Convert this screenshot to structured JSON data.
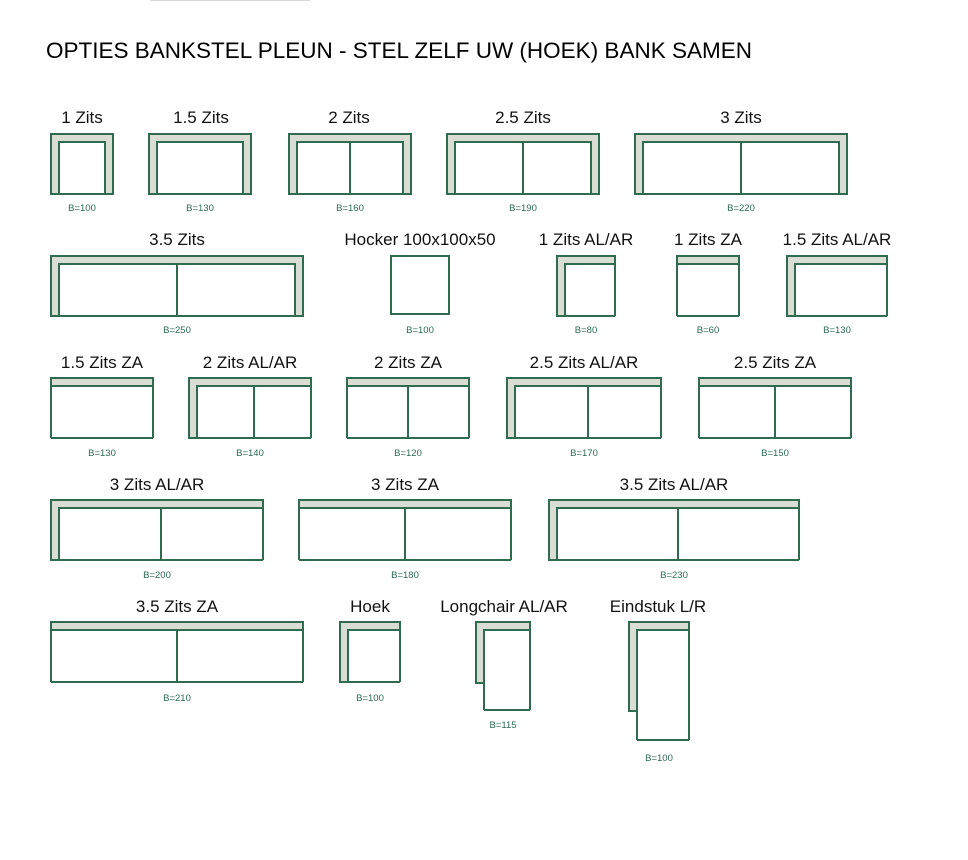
{
  "page": {
    "title": "OPTIES BANKSTEL PLEUN - STEL ZELF UW (HOEK) BANK SAMEN"
  },
  "colors": {
    "outline": "#2e6b4f",
    "fill": "#d9ddd4",
    "text_width": "#2a6a55"
  },
  "items": [
    {
      "name": "1 Zits",
      "width": "B=100",
      "type": "sofa",
      "seats": 1
    },
    {
      "name": "1.5 Zits",
      "width": "B=130",
      "type": "sofa",
      "seats": 1
    },
    {
      "name": "2 Zits",
      "width": "B=160",
      "type": "sofa",
      "seats": 2
    },
    {
      "name": "2.5 Zits",
      "width": "B=190",
      "type": "sofa",
      "seats": 2
    },
    {
      "name": "3 Zits",
      "width": "B=220",
      "type": "sofa",
      "seats": 2
    },
    {
      "name": "3.5 Zits",
      "width": "B=250",
      "type": "sofa",
      "seats": 2
    },
    {
      "name": "Hocker 100x100x50",
      "width": "B=100",
      "type": "hocker",
      "seats": 1
    },
    {
      "name": "1 Zits AL/AR",
      "width": "B=80",
      "type": "arm_left",
      "seats": 1
    },
    {
      "name": "1 Zits ZA",
      "width": "B=60",
      "type": "no_arm",
      "seats": 1
    },
    {
      "name": "1.5 Zits AL/AR",
      "width": "B=130",
      "type": "arm_left",
      "seats": 1
    },
    {
      "name": "1.5 Zits ZA",
      "width": "B=130",
      "type": "no_arm",
      "seats": 1
    },
    {
      "name": "2 Zits AL/AR",
      "width": "B=140",
      "type": "arm_left",
      "seats": 2
    },
    {
      "name": "2 Zits ZA",
      "width": "B=120",
      "type": "no_arm",
      "seats": 2
    },
    {
      "name": "2.5 Zits AL/AR",
      "width": "B=170",
      "type": "arm_left",
      "seats": 2
    },
    {
      "name": "2.5 Zits ZA",
      "width": "B=150",
      "type": "no_arm",
      "seats": 2
    },
    {
      "name": "3 Zits AL/AR",
      "width": "B=200",
      "type": "arm_left",
      "seats": 2
    },
    {
      "name": "3 Zits ZA",
      "width": "B=180",
      "type": "no_arm",
      "seats": 2
    },
    {
      "name": "3.5 Zits AL/AR",
      "width": "B=230",
      "type": "arm_left",
      "seats": 2
    },
    {
      "name": "3.5 Zits ZA",
      "width": "B=210",
      "type": "no_arm",
      "seats": 2
    },
    {
      "name": "Hoek",
      "width": "B=100",
      "type": "corner",
      "seats": 1
    },
    {
      "name": "Longchair AL/AR",
      "width": "B=115",
      "type": "longchair",
      "seats": 1
    },
    {
      "name": "Eindstuk L/R",
      "width": "B=100",
      "type": "endpiece",
      "seats": 1
    }
  ]
}
